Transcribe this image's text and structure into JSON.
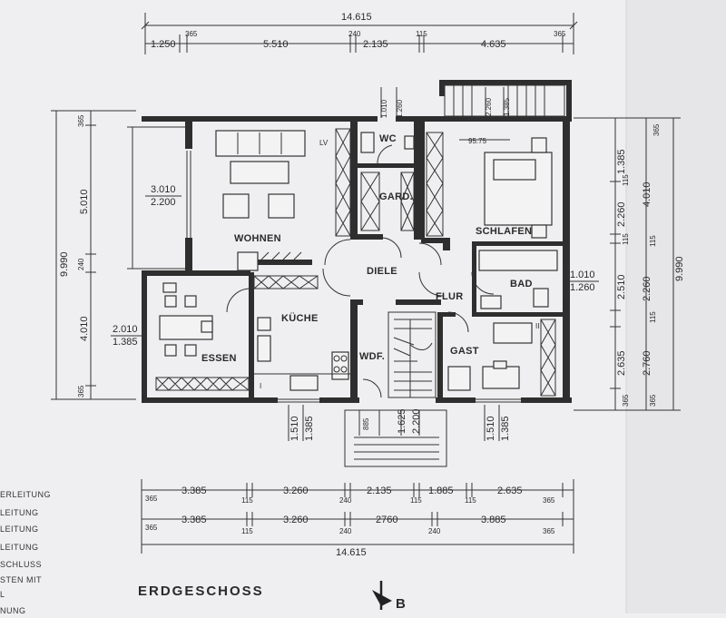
{
  "plan": {
    "title": "ERDGESCHOSS",
    "section_label": "B",
    "rooms": {
      "wohnen": "WOHNEN",
      "essen": "ESSEN",
      "kueche": "KÜCHE",
      "diele": "DIELE",
      "flur": "FLUR",
      "wdf": "WDF.",
      "wc": "WC",
      "gard": "GARD.",
      "schlafen": "SCHLAFEN",
      "bad": "BAD",
      "gast": "GAST"
    },
    "marks": {
      "lv": "LV",
      "ii": "II",
      "i": "I",
      "bed_dim": "95.75"
    },
    "dims_top": {
      "total": "14.615",
      "d1": "1.250",
      "d1s": "365",
      "d2": "5.510",
      "d2s": "240",
      "d3": "2.135",
      "d3s": "115",
      "d4": "4.635",
      "d4s": "365"
    },
    "dims_top_vertical": {
      "a": "1.010",
      "b": "1.260",
      "c": "2.260",
      "d": "1.385"
    },
    "dims_left": {
      "total": "9.990",
      "a": "5.010",
      "a_s": "365",
      "b": "240",
      "c": "4.010",
      "c_s": "365"
    },
    "dims_window_left": {
      "w1a": "3.010",
      "w1b": "2.200",
      "w2a": "2.010",
      "w2b": "1.385"
    },
    "dims_right": {
      "total": "9.990",
      "r1": "1.385",
      "r1s": "115",
      "r2": "2.260",
      "r2s": "115",
      "r3": "2.510",
      "r4": "2.635",
      "r5": "365",
      "q1": "4.010",
      "q1s": "365",
      "q2": "115",
      "q3": "2.260",
      "q3s": "115",
      "q4": "2.760",
      "q5": "365",
      "bad_a": "1.010",
      "bad_b": "1.260"
    },
    "dims_bottom_vertical": {
      "k1": "1.510",
      "k2": "1.385",
      "s1": "885",
      "s2": "1.625",
      "s3": "2.200",
      "g1": "1.510",
      "g2": "1.385"
    },
    "dims_bottom": {
      "row1": [
        "3.385",
        "115",
        "3.260",
        "240",
        "2.135",
        "115",
        "1.885",
        "115",
        "2.635",
        "365"
      ],
      "row1_first": "365",
      "row2": [
        "3.385",
        "115",
        "3.260",
        "240",
        "2760",
        "240",
        "3.885",
        "365"
      ],
      "row2_first": "365",
      "total": "14.615"
    },
    "legend": [
      "ERLEITUNG",
      "LEITUNG",
      "LEITUNG",
      "LEITUNG",
      "SCHLUSS",
      "STEN MIT",
      "L",
      "NUNG"
    ]
  }
}
